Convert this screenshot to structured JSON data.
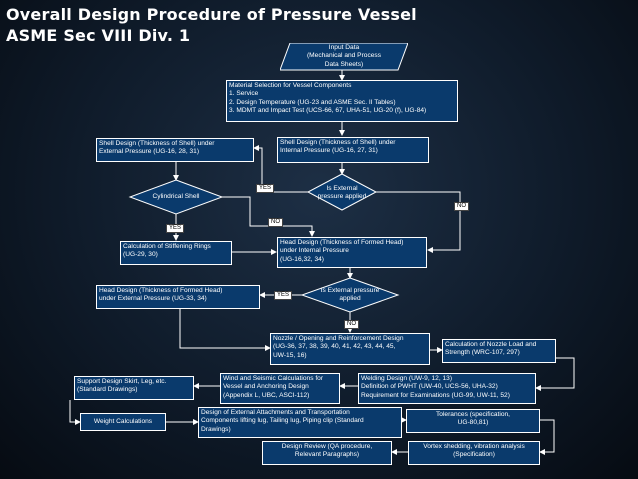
{
  "title": {
    "line1": "Overall Design Procedure of Pressure Vessel",
    "line2": "ASME Sec VIII Div. 1"
  },
  "nodes": {
    "input_data": [
      "Input Data",
      "(Mechanical and Process",
      "Data Sheets)"
    ],
    "material_selection": [
      "Material Selection for Vessel Components",
      "1. Service",
      "2. Design Temperature (UG-23 and ASME Sec. II Tables)",
      "3. MDMT and Impact Test (UCS-66, 67, UHA-51, UG-20 (f), UG-84)"
    ],
    "shell_external": [
      "Shell Design (Thickness of Shell) under",
      "External Pressure (UG-16, 28, 31)"
    ],
    "shell_internal": [
      "Shell Design (Thickness of Shell) under",
      "Internal Pressure (UG-16, 27, 31)"
    ],
    "cylindrical_shell": "Cylindrical Shell",
    "is_external_1": [
      "Is External",
      "pressure applied"
    ],
    "stiffening_rings": [
      "Calculation of Stiffening Rings",
      "(UG-29, 30)"
    ],
    "head_internal": [
      "Head Design (Thickness of Formed Head)",
      "under Internal Pressure",
      "(UG-16,32, 34)"
    ],
    "head_external": [
      "Head Design (Thickness of Formed Head)",
      "under External Pressure (UG-33, 34)"
    ],
    "is_external_2": [
      "Is External pressure",
      "applied"
    ],
    "nozzle": [
      "Nozzle / Opening and  Reinforcement  Design",
      "(UG-36, 37, 38, 39, 40, 41, 42, 43, 44, 45,",
      "UW-15, 16)"
    ],
    "nozzle_load": [
      "Calculation of Nozzle Load and",
      "Strength (WRC-107, 297)"
    ],
    "welding": [
      "Welding Design (UW-9, 12, 13)",
      "Definition of PWHT (UW-40, UCS-56, UHA-32)",
      "Requirement for Examinations (UG-99, UW-11, 52)"
    ],
    "wind_seismic": [
      "Wind and Seismic Calculations for",
      "Vessel and Anchoring Design",
      "(Appendix L, UBC, ASCI-112)"
    ],
    "support_design": [
      "Support Design Skirt, Leg, etc.",
      "(Standard Drawings)"
    ],
    "weight_calc": "Weight Calculations",
    "attachments": [
      "Design of External Attachments and Transportation",
      "Components lifting lug, Tailing lug, Piping clip (Standard",
      "Drawings)"
    ],
    "tolerances": [
      "Tolerances (specification,",
      "UG-80,81)"
    ],
    "design_review": [
      "Design Review (QA procedure,",
      "Relevant Paragraphs)"
    ],
    "vortex": [
      "Vortex shedding, vibration analysis",
      "(Specification)"
    ]
  },
  "tags": {
    "yes_1": "YES",
    "no_1": "NO",
    "yes_2": "YES",
    "no_2": "NO",
    "yes_3": "YES",
    "no_3": "NO"
  },
  "colors": {
    "box_fill": "#0a3a6c",
    "box_border": "#ffffff",
    "connector": "#ffffff",
    "background": "#0f1b2a"
  }
}
